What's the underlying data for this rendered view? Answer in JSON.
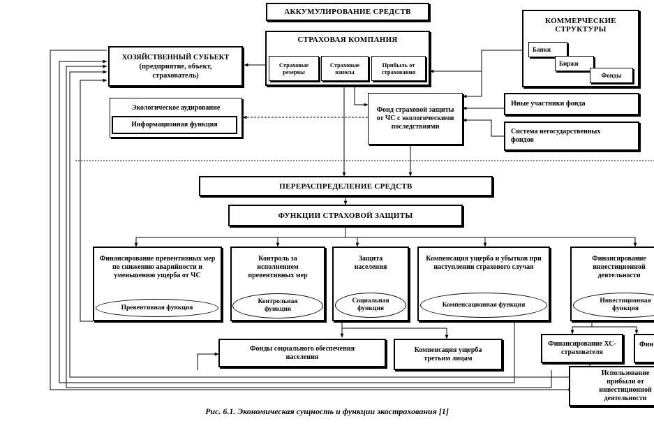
{
  "top": {
    "accumulation": "АККУМУЛИРОВАНИЕ  СРЕДСТВ",
    "insurance_company": "СТРАХОВАЯ КОМПАНИЯ",
    "reserves": "Страховые резервы",
    "premiums": "Страховые взносы",
    "profit": "Прибыль от страхования"
  },
  "commercial": {
    "title": "КОММЕРЧЕСКИЕ СТРУКТУРЫ",
    "banks": "Банки",
    "exchanges": "Биржи",
    "funds": "Фонды"
  },
  "subject": "ХОЗЯЙСТВЕННЫЙ СУБЪЕКТ  (предприятие, объект, страхователь)",
  "audit": {
    "title": "Экологическое аудирование",
    "info_function": "Информационная функция"
  },
  "fund": "Фонд страховой защиты от ЧС с экологическими последствиями",
  "other_participants": "Иные участники фонда",
  "nonstate_system": "Система негосударственных фондов",
  "redistribution": "ПЕРЕРАСПРЕДЕЛЕНИЕ  СРЕДСТВ",
  "functions_title": "ФУНКЦИИ  СТРАХОВОЙ  ЗАЩИТЫ",
  "functions": [
    {
      "text": "Финансирование превентивных мер по снижению аварийности и уменьшению ущерба от ЧС",
      "oval": "Превентивная функция"
    },
    {
      "text": "Контроль за исполнением превентивных мер",
      "oval": "Контрольная функция"
    },
    {
      "text": "Защита населения",
      "oval": "Социальная функция"
    },
    {
      "text": "Компенсация ущерба и убытков при наступлении страхового случая",
      "oval": "Компенсационная функция"
    },
    {
      "text": "Финансирование инвестиционной деятельности",
      "oval": "Инвестиционная функция"
    }
  ],
  "social_funds": "Фонды социального обеспечения населения",
  "third_party": "Компенсация ущерба третьим лицам",
  "fin_insurers": "Финансирование ХС-страхователя",
  "fin_other": "Фин",
  "use_profit": "Использование прибыли от инвестиционной деятельности",
  "caption": "Рис. 6.1.  Экономическая сущность и функции экострахования [1]"
}
